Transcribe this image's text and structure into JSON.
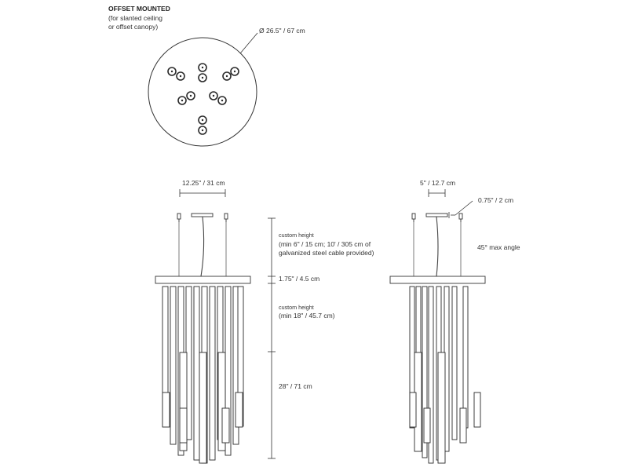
{
  "header": {
    "title": "OFFSET MOUNTED",
    "sub1": "(for slanted ceiling",
    "sub2": "or offset canopy)"
  },
  "top_view": {
    "diameter": "Ø 26.5\" / 67 cm"
  },
  "front_view": {
    "width": "12.25\" / 31 cm",
    "cable_title": "custom height",
    "cable_line1": "(min 6\" / 15 cm; 10' / 305 cm of",
    "cable_line2": "galvanized steel cable provided)",
    "canopy_height": "1.75\" / 4.5 cm",
    "tube_title": "custom height",
    "tube_line1": "(min 18\" / 45.7 cm)",
    "body_height": "28\" / 71 cm"
  },
  "side_view": {
    "width": "5\" / 12.7 cm",
    "thickness": "0.75\" / 2  cm",
    "angle": "45° max angle"
  },
  "colors": {
    "line": "#2a2a2a",
    "tube_fill": "#ffffff"
  }
}
